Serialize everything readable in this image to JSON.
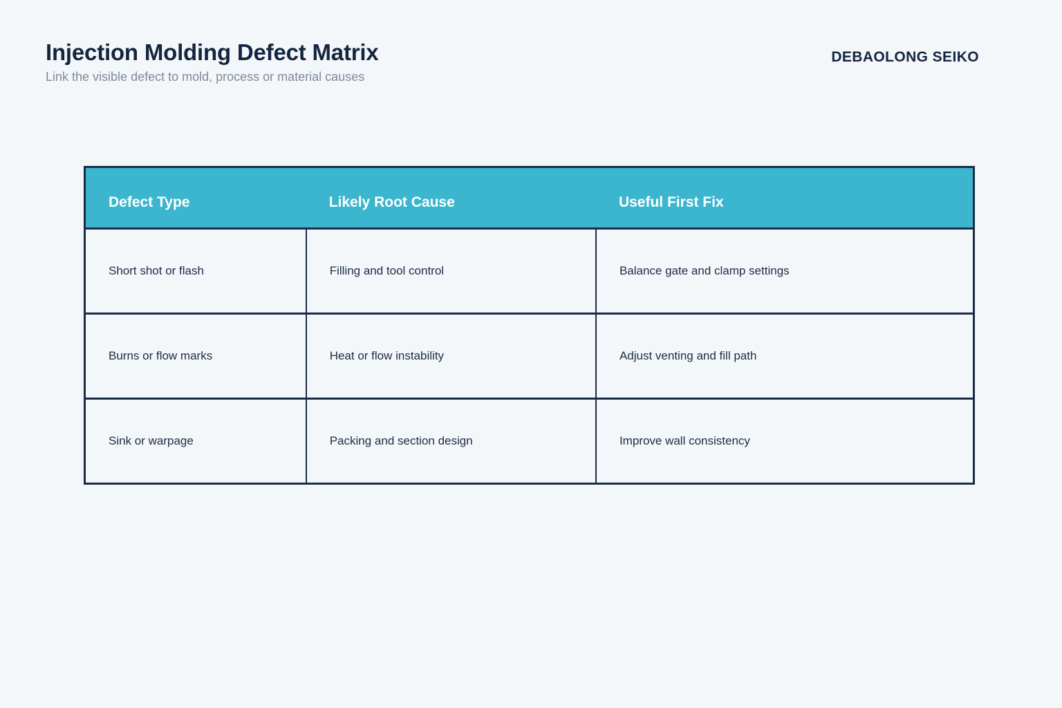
{
  "header": {
    "title": "Injection Molding Defect Matrix",
    "subtitle": "Link the visible defect to mold, process or material causes",
    "brand": "DEBAOLONG SEIKO"
  },
  "theme": {
    "page_background": "#f4f7fa",
    "header_accent": "#3bb6ce",
    "border": "#1b2b45",
    "title_color": "#14253f",
    "subtitle_color": "#7d8b99",
    "cell_text_color": "#1b2b45",
    "header_text_color": "#ffffff"
  },
  "table": {
    "columns": [
      "Defect Type",
      "Likely Root Cause",
      "Useful First Fix"
    ],
    "rows": [
      {
        "defect_type": "Short shot or flash",
        "root_cause": "Filling and tool control",
        "first_fix": "Balance gate and clamp settings"
      },
      {
        "defect_type": "Burns or flow marks",
        "root_cause": "Heat or flow instability",
        "first_fix": "Adjust venting and fill path"
      },
      {
        "defect_type": "Sink or warpage",
        "root_cause": "Packing and section design",
        "first_fix": "Improve wall consistency"
      }
    ]
  }
}
